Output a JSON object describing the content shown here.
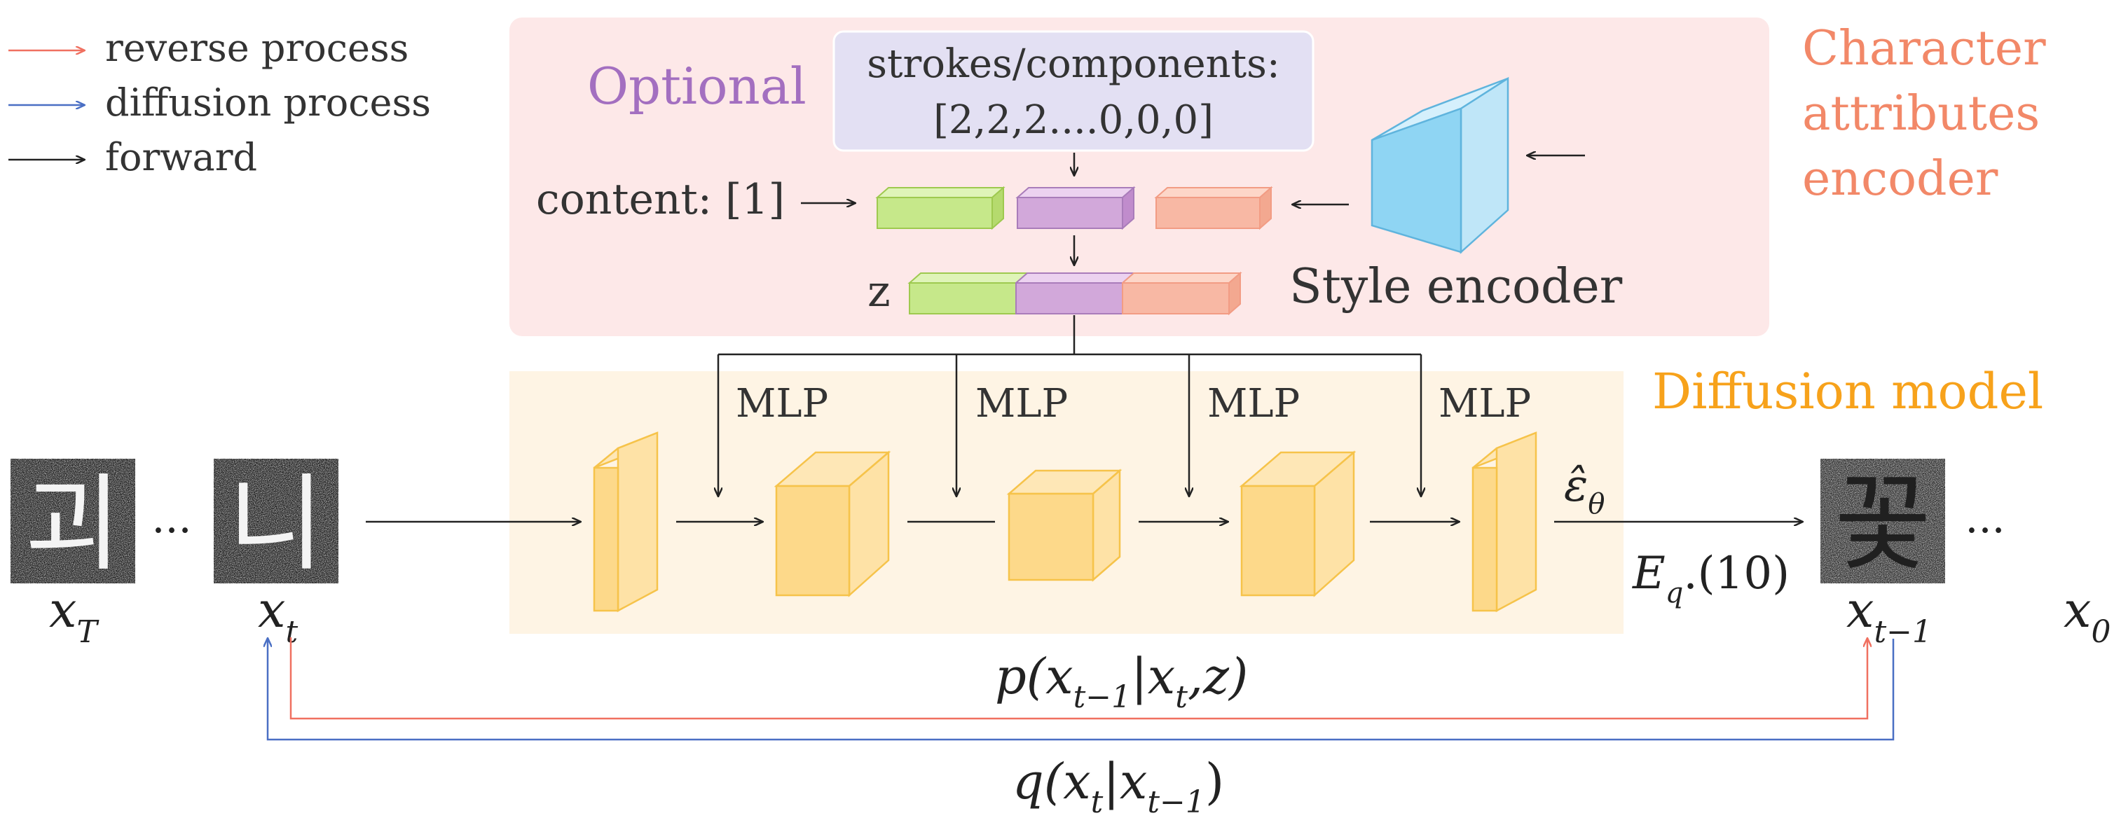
{
  "legend": [
    {
      "label": "reverse process",
      "color": "#f07060"
    },
    {
      "label": "diffusion process",
      "color": "#4a6fc4"
    },
    {
      "label": "forward",
      "color": "#222222"
    }
  ],
  "encoder": {
    "title_lines": [
      "Character",
      "attributes",
      "encoder"
    ],
    "title_color": "#f28868",
    "optional_label": "Optional",
    "optional_color": "#a36fc0",
    "strokes_line1": "strokes/components:",
    "strokes_line2": "[2,2,2....0,0,0]",
    "content_label": "content: [1]",
    "z_label": "z",
    "style_encoder_label": "Style encoder",
    "bg_color": "#fde8e8"
  },
  "diffusion": {
    "title": "Diffusion model",
    "title_color": "#f7a21b",
    "bg_color": "#fef4e4",
    "mlp_labels": [
      "MLP",
      "MLP",
      "MLP",
      "MLP"
    ],
    "epsilon_main": "ε̂",
    "epsilon_sub": "θ",
    "eq_main": "E",
    "eq_sub": "q",
    "eq_rest": ".(10)"
  },
  "images": {
    "glyphs": [
      "괴",
      "니",
      "꽃"
    ],
    "dots": [
      "...",
      "..."
    ]
  },
  "labels": {
    "xT_main": "x",
    "xT_sub": "T",
    "xt_main": "x",
    "xt_sub": "t",
    "xtm1_main": "x",
    "xtm1_sub": "t−1",
    "x0_main": "x",
    "x0_sub": "0"
  },
  "formulas": {
    "p_formula": "p(x t−1|x t,z)",
    "p_parts": [
      "p(",
      "x",
      "t−1",
      "|",
      "x",
      "t",
      ",z)"
    ],
    "q_parts": [
      "q(",
      "x",
      "t",
      "|",
      "x",
      "t−1",
      ")"
    ]
  },
  "colors": {
    "green": "#c6e88a",
    "purple": "#d2a8da",
    "salmon": "#f8b8a4",
    "cube_orange": "#fdd98a",
    "cube_blue": "#8fd5f3"
  }
}
